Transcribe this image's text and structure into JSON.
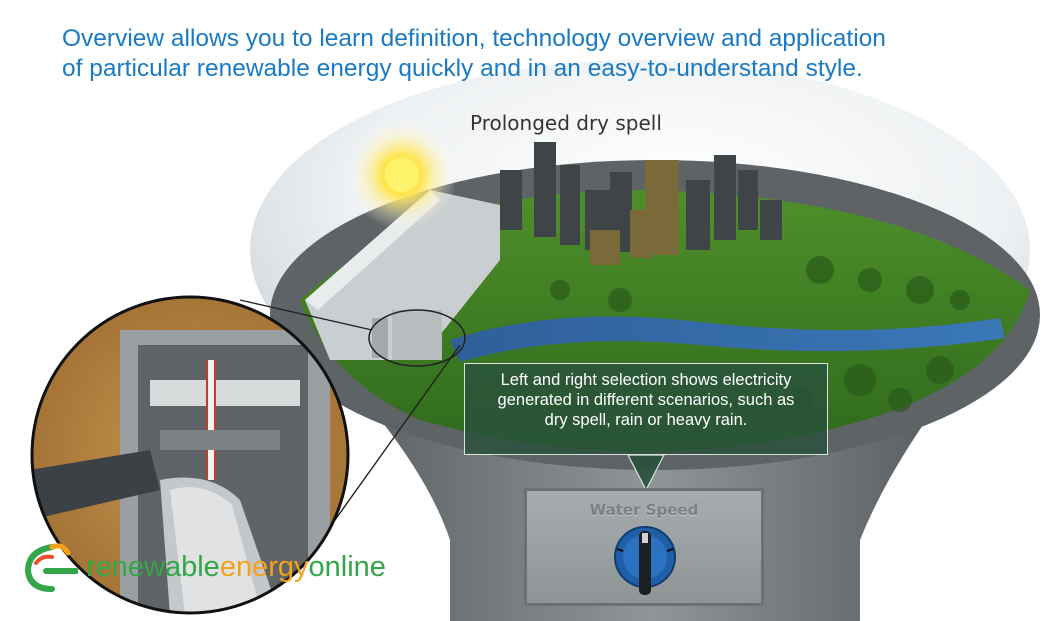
{
  "intro": {
    "line1": "Overview allows you to learn definition, technology overview and application",
    "line2": "of particular renewable energy quickly and in an easy-to-understand style."
  },
  "scene": {
    "title": "Prolonged dry spell"
  },
  "tooltip": {
    "line1": "Left and right selection shows electricity",
    "line2": "generated in different scenarios, such as",
    "line3": "dry spell, rain or heavy rain."
  },
  "control": {
    "label": "Water Speed",
    "knob_icon": "rotary-knob-icon"
  },
  "logo": {
    "part1": "renewable",
    "part2": "energy",
    "part3": "online",
    "icon": "leaf-swirl-icon"
  },
  "colors": {
    "intro_text": "#1a7ac4",
    "logo_green": "#34a64a",
    "logo_orange": "#f5a21a",
    "knob_blue": "#1e5fa8"
  }
}
